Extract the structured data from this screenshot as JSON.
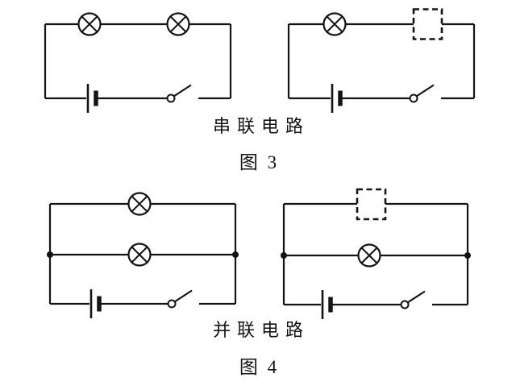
{
  "page": {
    "background_color": "#ffffff",
    "ink_color": "#141414"
  },
  "figure3": {
    "caption": "串联电路",
    "label": "图 3",
    "circuits": [
      {
        "name": "series-two-lamps",
        "components": [
          "lamp",
          "lamp",
          "battery",
          "open-switch"
        ]
      },
      {
        "name": "series-lamp-and-unknown",
        "components": [
          "lamp",
          "unknown-component-dashed-box",
          "battery",
          "open-switch"
        ]
      }
    ]
  },
  "figure4": {
    "caption": "并联电路",
    "label": "图 4",
    "circuits": [
      {
        "name": "parallel-two-lamps",
        "components": [
          "lamp",
          "lamp",
          "battery",
          "open-switch"
        ]
      },
      {
        "name": "parallel-unknown-and-lamp",
        "components": [
          "unknown-component-dashed-box",
          "lamp",
          "battery",
          "open-switch"
        ]
      }
    ]
  }
}
